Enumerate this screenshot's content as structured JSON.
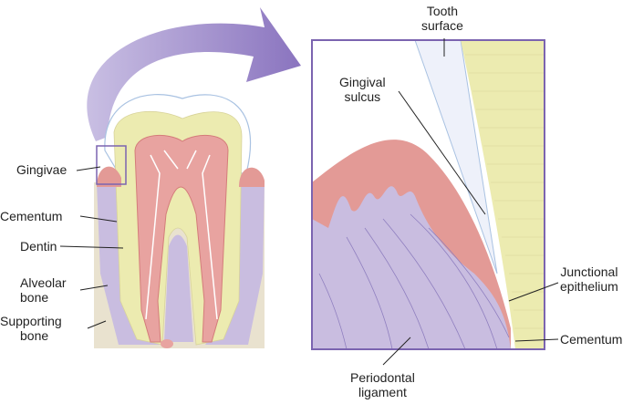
{
  "labels": {
    "gingivae": "Gingivae",
    "cementum_left": "Cementum",
    "dentin": "Dentin",
    "alveolar_bone_1": "Alveolar",
    "alveolar_bone_2": "bone",
    "supporting_bone_1": "Supporting",
    "supporting_bone_2": "bone",
    "tooth_surface_1": "Tooth",
    "tooth_surface_2": "surface",
    "gingival_sulcus_1": "Gingival",
    "gingival_sulcus_2": "sulcus",
    "junctional_epithelium_1": "Junctional",
    "junctional_epithelium_2": "epithelium",
    "cementum_right": "Cementum",
    "periodontal_ligament_1": "Periodontal",
    "periodontal_ligament_2": "ligament"
  },
  "colors": {
    "arrow": "#9b87c6",
    "frame": "#7b64b0",
    "dentin": "#ecebb0",
    "pulp": "#e8a3a0",
    "gum": "#e39a96",
    "ligament": "#c9bde0",
    "bone": "#e9e2cf",
    "enamel": "#eef1fa"
  }
}
